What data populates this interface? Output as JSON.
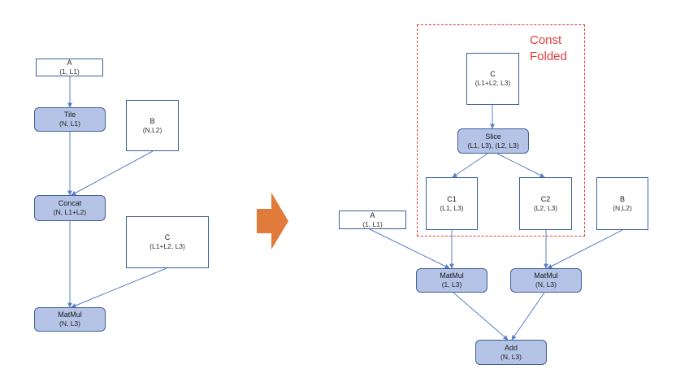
{
  "colors": {
    "edge": "#5b7fc4",
    "node_fill": "#b4c3e6",
    "node_border": "#3f5f9a",
    "const_folded": "#e23b3b",
    "transform_arrow": "#e07b3c"
  },
  "left_graph": {
    "a": {
      "title": "A",
      "shape": "(1, L1)"
    },
    "tile": {
      "title": "Tile",
      "shape": "(N, L1)"
    },
    "b": {
      "title": "B",
      "shape": "(N,L2)"
    },
    "concat": {
      "title": "Concat",
      "shape": "(N, L1+L2)"
    },
    "c": {
      "title": "C",
      "shape": "(L1+L2, L3)"
    },
    "matmul": {
      "title": "MatMul",
      "shape": "(N, L3)"
    }
  },
  "right_graph": {
    "const_folded_label": [
      "Const",
      "Folded"
    ],
    "c": {
      "title": "C",
      "shape": "(L1+L2, L3)"
    },
    "slice": {
      "title": "Slice",
      "shape": "(L1, L3),  (L2, L3)"
    },
    "c1": {
      "title": "C1",
      "shape": "(L1, L3)"
    },
    "c2": {
      "title": "C2",
      "shape": "(L2, L3)"
    },
    "a": {
      "title": "A",
      "shape": "(1, L1)"
    },
    "b": {
      "title": "B",
      "shape": "(N,L2)"
    },
    "matmul1": {
      "title": "MatMul",
      "shape": "(1, L3)"
    },
    "matmul2": {
      "title": "MatMul",
      "shape": "(N, L3)"
    },
    "add": {
      "title": "Add",
      "shape": "(N, L3)"
    }
  }
}
